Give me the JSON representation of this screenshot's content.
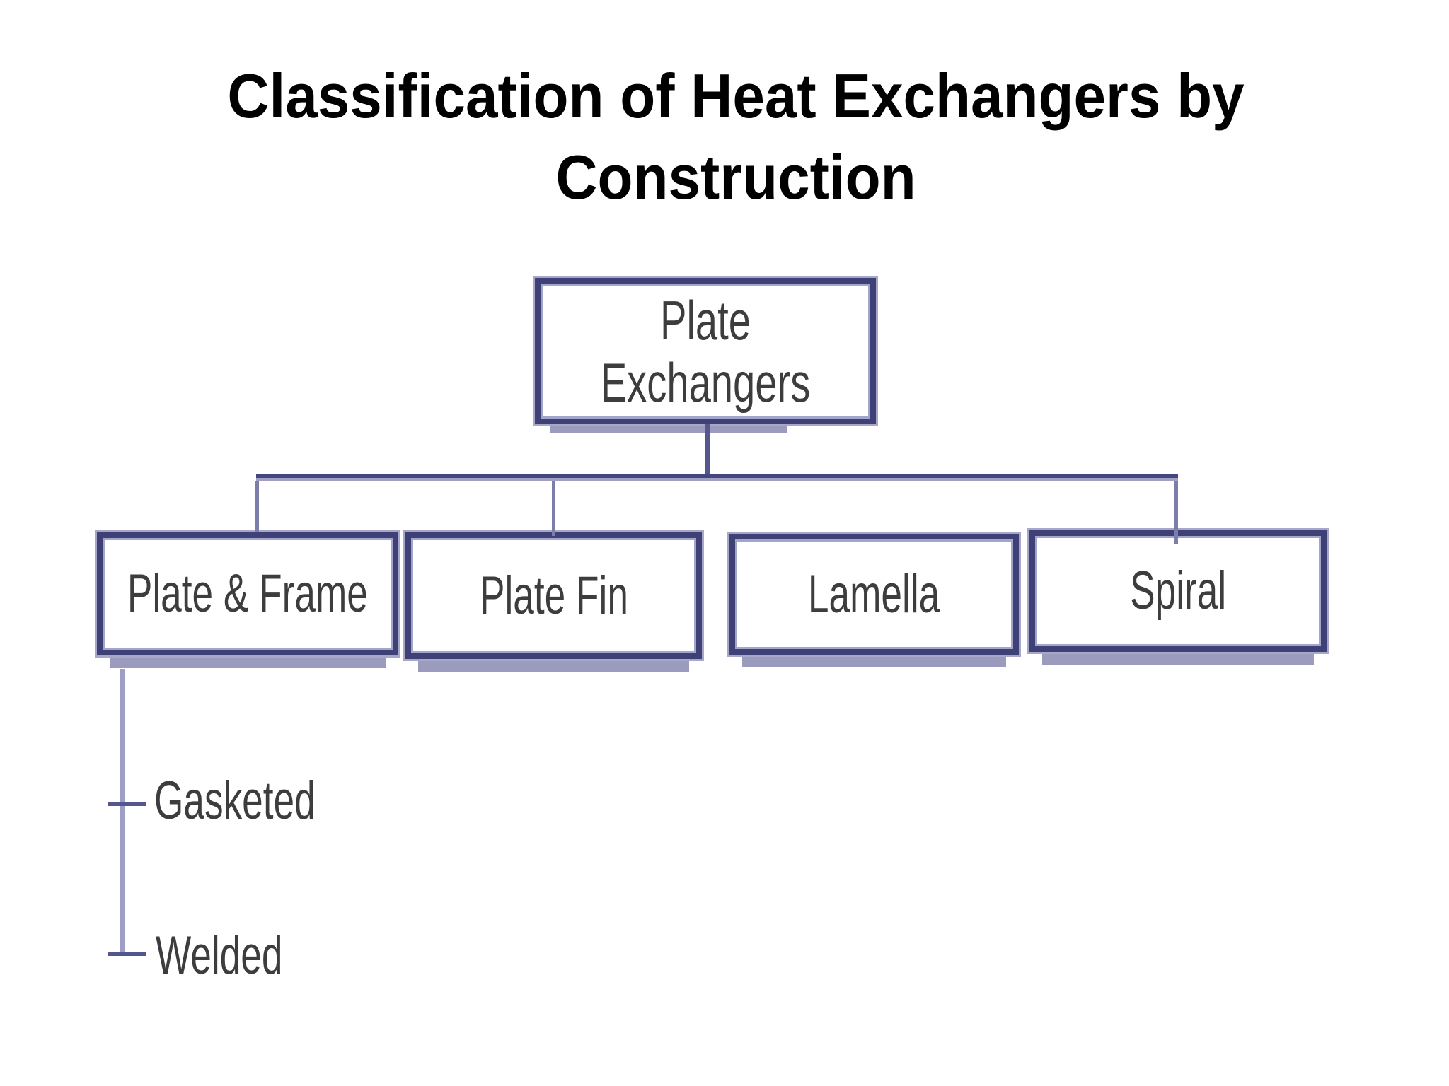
{
  "title": {
    "line1": "Classification of Heat Exchangers by",
    "line2": "Construction"
  },
  "tree": {
    "root": {
      "label": "Plate Exchangers"
    },
    "children": [
      {
        "label": "Plate & Frame",
        "children": [
          {
            "label": "Gasketed"
          },
          {
            "label": "Welded"
          }
        ]
      },
      {
        "label": "Plate Fin",
        "children": []
      },
      {
        "label": "Lamella",
        "children": []
      },
      {
        "label": "Spiral",
        "children": []
      }
    ]
  },
  "colors": {
    "background": "#ffffff",
    "title_text": "#000000",
    "label_text": "#3d3d3d",
    "box_border_dark": "#3e4076",
    "box_border_light": "#a6a7cb",
    "box_shadow": "#9b9cbd",
    "connector_dark": "#44467e",
    "connector_light": "#9fa0c4",
    "leaf_line": "#9c9ec6"
  }
}
